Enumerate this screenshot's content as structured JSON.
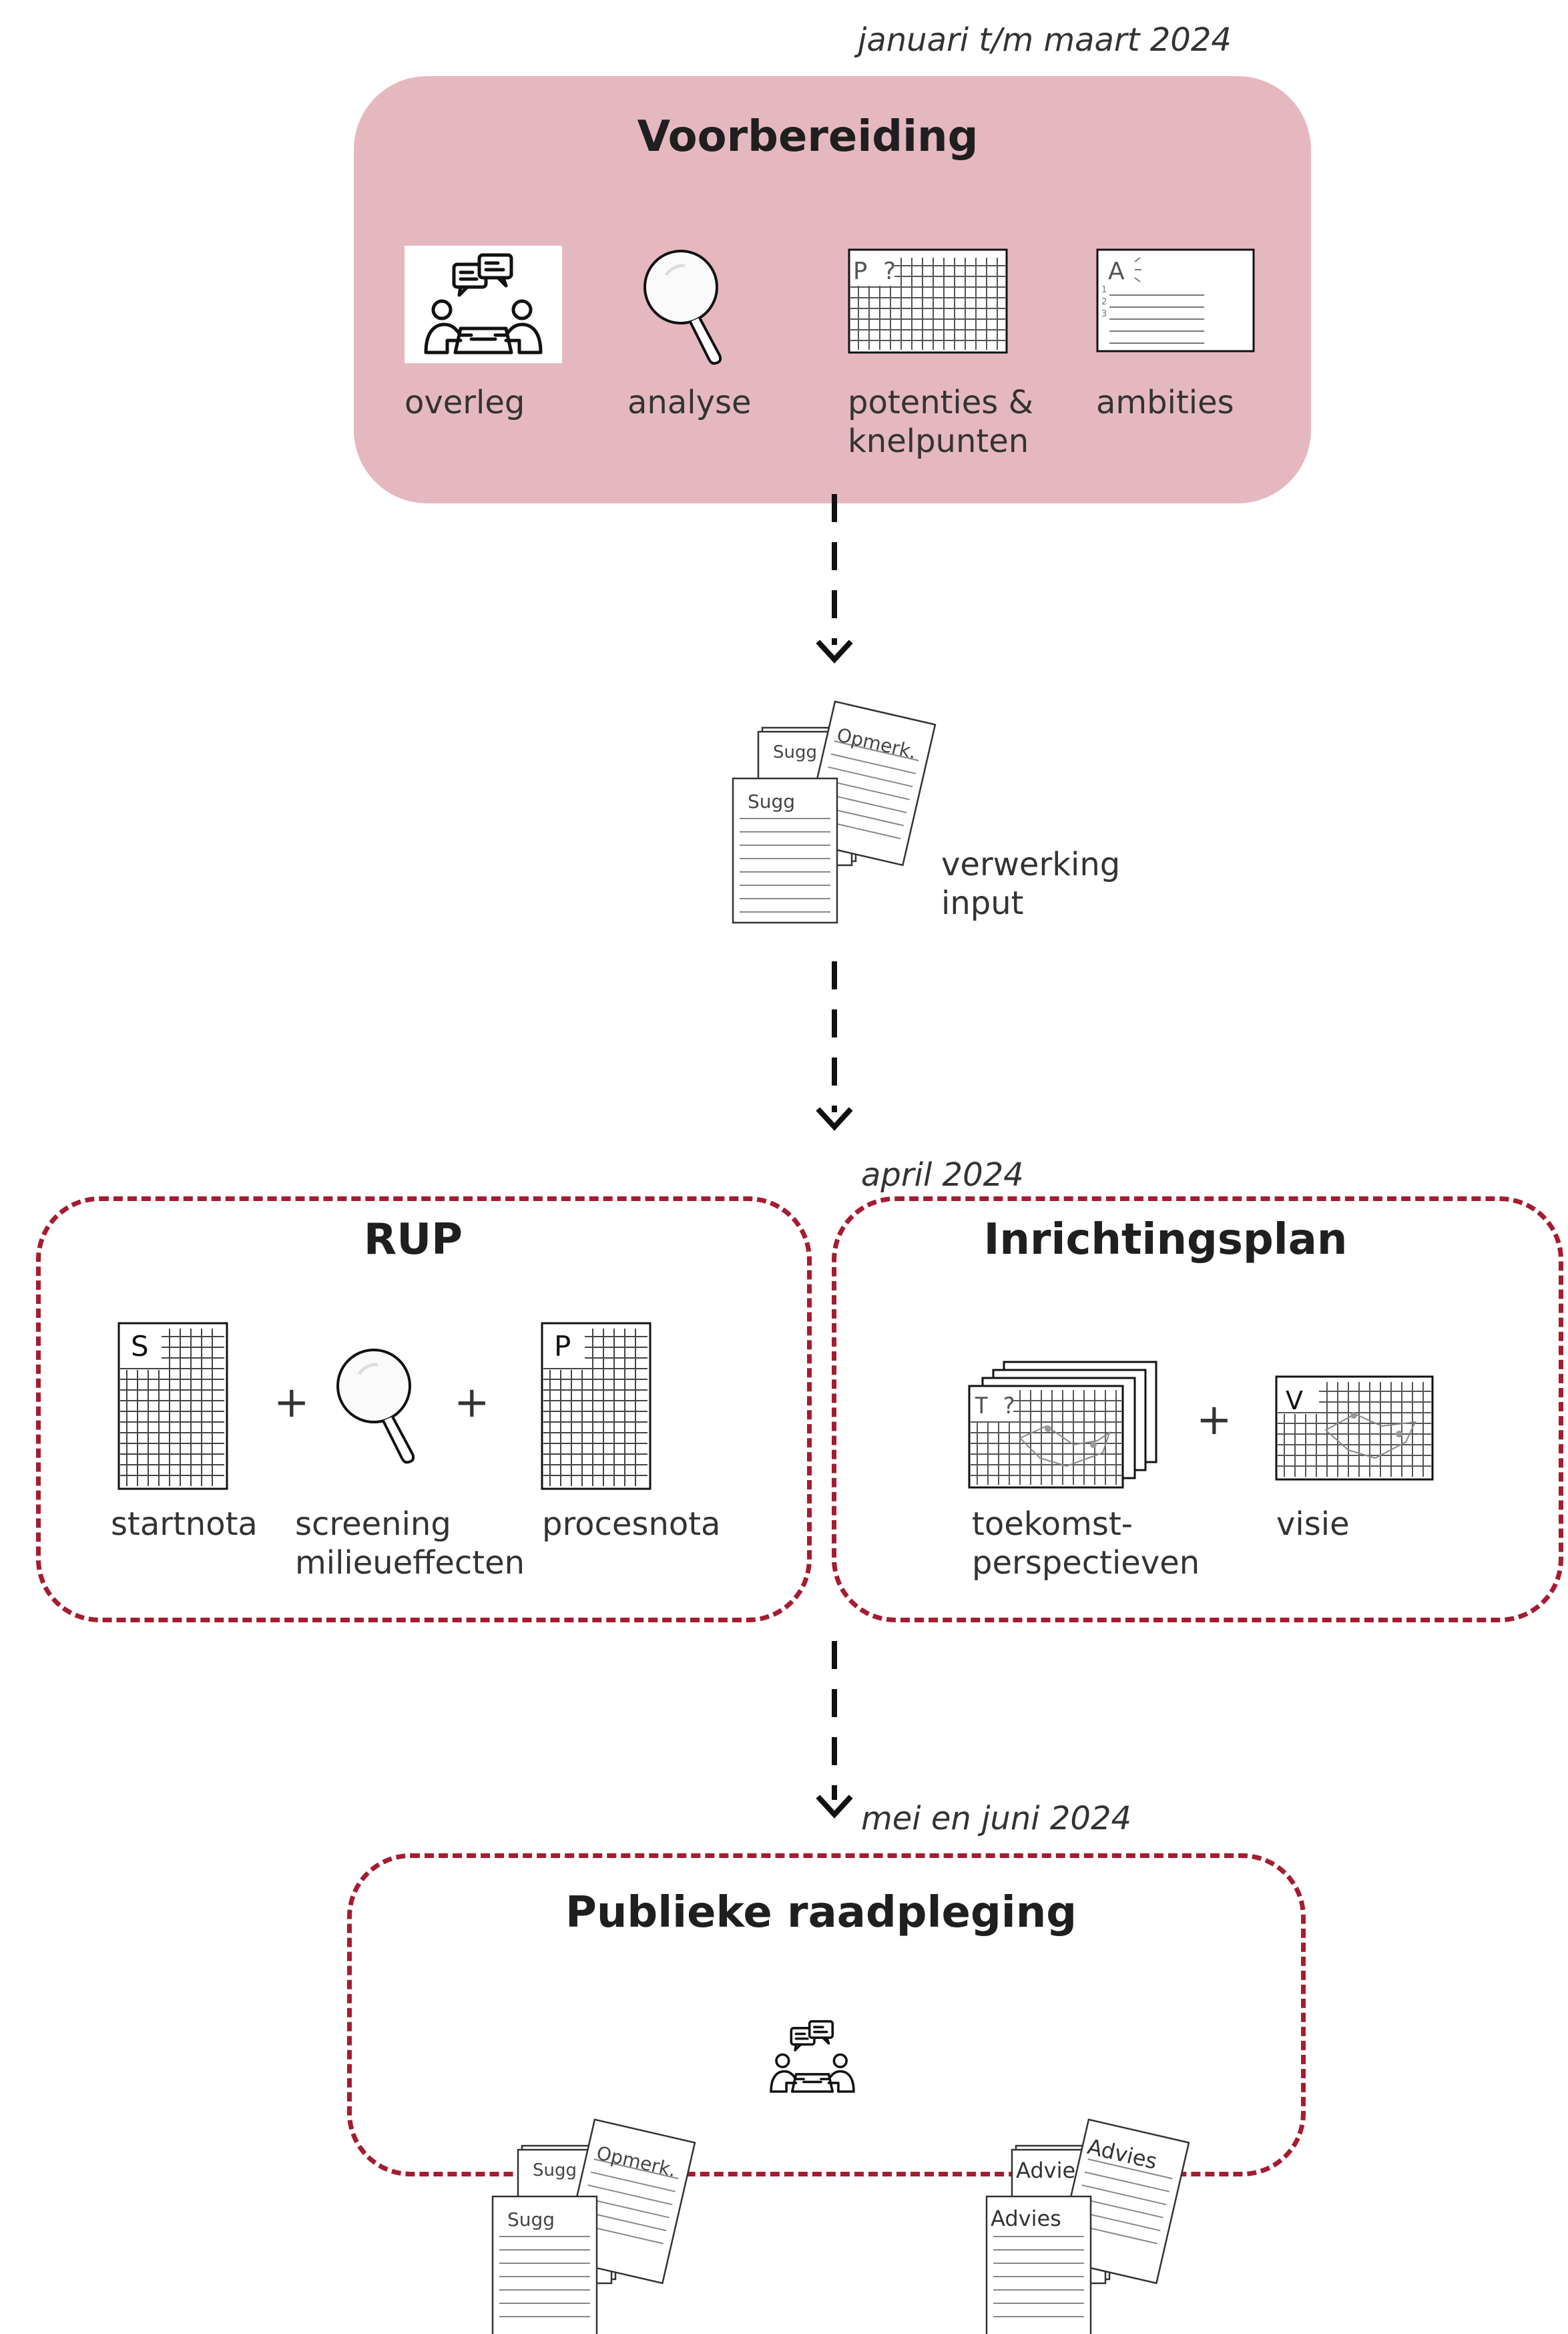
{
  "dates": {
    "preparation": "januari t/m maart 2024",
    "april": "april 2024",
    "consultation": "mei en juni 2024"
  },
  "colors": {
    "preparation_fill": "#e5b8c0",
    "dashed_border": "#a51c30",
    "arrow": "#111111"
  },
  "preparation": {
    "title": "Voorbereiding",
    "items": [
      {
        "label": "overleg",
        "icon": "meeting-icon"
      },
      {
        "label": "analyse",
        "icon": "magnifier-icon"
      },
      {
        "label_line1": "potenties &",
        "label_line2": "knelpunten",
        "icon": "grid-map-p-icon",
        "glyph": "P ?"
      },
      {
        "label": "ambities",
        "icon": "ambitions-sheet-icon",
        "glyph": "A"
      }
    ]
  },
  "input_processing": {
    "label_line1": "verwerking",
    "label_line2": "input",
    "doc_front": "Sugg",
    "doc_back": "Sugg",
    "doc_tilted": "Opmerk."
  },
  "rup": {
    "title": "RUP",
    "plus": "+",
    "items": [
      {
        "label": "startnota",
        "glyph": "S"
      },
      {
        "label_line1": "screening",
        "label_line2": "milieueffecten"
      },
      {
        "label": "procesnota",
        "glyph": "P"
      }
    ]
  },
  "inrichtingsplan": {
    "title": "Inrichtingsplan",
    "plus": "+",
    "items": [
      {
        "label_line1": "toekomst-",
        "label_line2": "perspectieven",
        "glyph": "T ?"
      },
      {
        "label": "visie",
        "glyph": "V"
      }
    ]
  },
  "consultation": {
    "title": "Publieke raadpleging",
    "docs_left": {
      "front": "Sugg",
      "back": "Sugg",
      "tilted": "Opmerk."
    },
    "docs_right": {
      "front": "Advies",
      "back": "Advie",
      "tilted": "Advies"
    }
  }
}
